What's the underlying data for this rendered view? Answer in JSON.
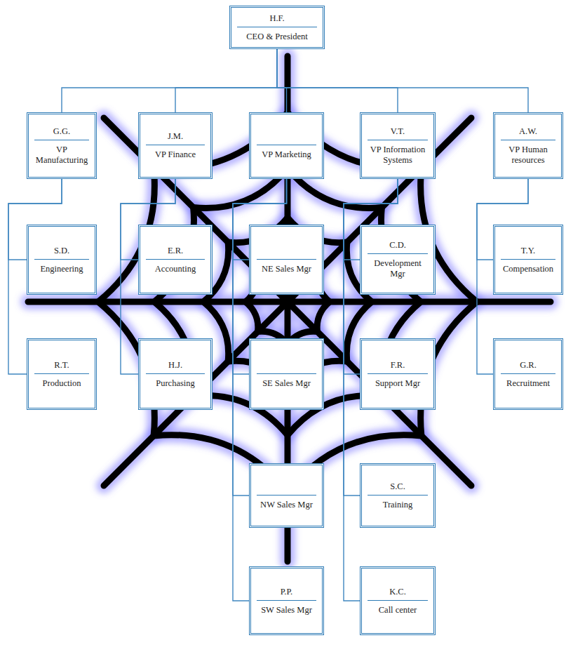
{
  "diagram": {
    "nodes": [
      {
        "text": [
          "H.F.",
          "CEO & President"
        ]
      },
      {
        "text": [
          "G.G.",
          "VP Manufacturing"
        ]
      },
      {
        "text": [
          "J.M.",
          "VP Finance"
        ]
      },
      {
        "text": [
          "VP Marketing"
        ]
      },
      {
        "text": [
          "V.T.",
          "VP Information Systems"
        ]
      },
      {
        "text": [
          "A.W.",
          "VP Human resources"
        ]
      },
      {
        "text": [
          "S.D.",
          "Engineering"
        ]
      },
      {
        "text": [
          "E.R.",
          "Accounting"
        ]
      },
      {
        "text": [
          "NE Sales Mgr"
        ]
      },
      {
        "text": [
          "C.D.",
          "Development Mgr"
        ]
      },
      {
        "text": [
          "T.Y.",
          "Compensation"
        ]
      },
      {
        "text": [
          "R.T.",
          "Production"
        ]
      },
      {
        "text": [
          "H.J.",
          "Purchasing"
        ]
      },
      {
        "text": [
          "SE Sales Mgr"
        ]
      },
      {
        "text": [
          "F.R.",
          "Support Mgr"
        ]
      },
      {
        "text": [
          "G.R.",
          "Recruitment"
        ]
      },
      {
        "text": [
          "NW Sales Mgr"
        ]
      },
      {
        "text": [
          "S.C.",
          "Training"
        ]
      },
      {
        "text": [
          "P.P.",
          "SW Sales Mgr"
        ]
      },
      {
        "text": [
          "K.C.",
          "Call center"
        ]
      }
    ],
    "edges": [
      {
        "from": 0,
        "to": 1,
        "arrow": "none"
      },
      {
        "from": 0,
        "to": 2,
        "arrow": "none"
      },
      {
        "from": 0,
        "to": 3,
        "arrow": "none"
      },
      {
        "from": 0,
        "to": 4,
        "arrow": "none"
      },
      {
        "from": 0,
        "to": 5,
        "arrow": "none"
      },
      {
        "from": 1,
        "to": 6,
        "arrow": "none"
      },
      {
        "from": 1,
        "to": 11,
        "arrow": "none"
      },
      {
        "from": 2,
        "to": 7,
        "arrow": "none"
      },
      {
        "from": 2,
        "to": 12,
        "arrow": "none"
      },
      {
        "from": 3,
        "to": 8,
        "arrow": "none"
      },
      {
        "from": 3,
        "to": 13,
        "arrow": "none"
      },
      {
        "from": 3,
        "to": 16,
        "arrow": "none"
      },
      {
        "from": 3,
        "to": 18,
        "arrow": "none"
      },
      {
        "from": 4,
        "to": 9,
        "arrow": "none"
      },
      {
        "from": 4,
        "to": 14,
        "arrow": "none"
      },
      {
        "from": 4,
        "to": 17,
        "arrow": "none"
      },
      {
        "from": 4,
        "to": 19,
        "arrow": "none"
      },
      {
        "from": 5,
        "to": 10,
        "arrow": "none"
      },
      {
        "from": 5,
        "to": 15,
        "arrow": "none"
      }
    ]
  }
}
